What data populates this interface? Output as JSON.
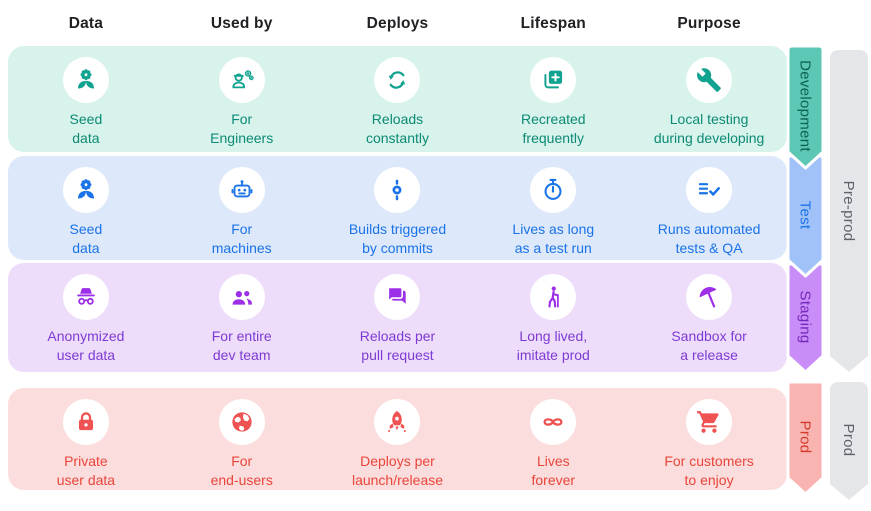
{
  "header": {
    "columns": [
      "Data",
      "Used by",
      "Deploys",
      "Lifespan",
      "Purpose"
    ]
  },
  "rows": [
    {
      "id": "development",
      "bg": "#d7f3ec",
      "icon_color": "#12a390",
      "text_color": "#0c8a75",
      "cells": [
        {
          "icon": "seedling-icon",
          "label": "Seed\ndata"
        },
        {
          "icon": "engineer-icon",
          "label": "For\nEngineers"
        },
        {
          "icon": "sync-icon",
          "label": "Reloads\nconstantly"
        },
        {
          "icon": "duplicate-add-icon",
          "label": "Recreated\nfrequently"
        },
        {
          "icon": "wrench-icon",
          "label": "Local testing\nduring developing"
        }
      ]
    },
    {
      "id": "test",
      "bg": "#dde8fa",
      "icon_color": "#1a73e8",
      "text_color": "#1a73e8",
      "cells": [
        {
          "icon": "seedling-icon",
          "label": "Seed\ndata"
        },
        {
          "icon": "robot-icon",
          "label": "For\nmachines"
        },
        {
          "icon": "commit-icon",
          "label": "Builds triggered\nby commits"
        },
        {
          "icon": "stopwatch-icon",
          "label": "Lives as long\nas a test run"
        },
        {
          "icon": "checklist-icon",
          "label": "Runs automated\ntests & QA"
        }
      ]
    },
    {
      "id": "staging",
      "bg": "#eedcfb",
      "icon_color": "#9d2fe8",
      "text_color": "#7d3bd3",
      "cells": [
        {
          "icon": "incognito-icon",
          "label": "Anonymized\nuser data"
        },
        {
          "icon": "team-icon",
          "label": "For entire\ndev team"
        },
        {
          "icon": "chat-icon",
          "label": "Reloads per\npull request"
        },
        {
          "icon": "walking-cane-icon",
          "label": "Long lived,\nimitate prod"
        },
        {
          "icon": "beach-umbrella-icon",
          "label": "Sandbox for\na release"
        }
      ]
    },
    {
      "id": "prod",
      "bg": "#fcdddd",
      "icon_color": "#ee5253",
      "text_color": "#e8453a",
      "cells": [
        {
          "icon": "lock-icon",
          "label": "Private\nuser data"
        },
        {
          "icon": "globe-icon",
          "label": "For\nend-users"
        },
        {
          "icon": "rocket-icon",
          "label": "Deploys per\nlaunch/release"
        },
        {
          "icon": "infinity-icon",
          "label": "Lives\nforever"
        },
        {
          "icon": "cart-icon",
          "label": "For customers\nto enjoy"
        }
      ]
    }
  ],
  "ribbons": {
    "env": [
      {
        "label": "Development",
        "bg": "#5cc7b4",
        "text_color": "#0b6355"
      },
      {
        "label": "Test",
        "bg": "#a0c2f8",
        "text_color": "#1a73e8"
      },
      {
        "label": "Staging",
        "bg": "#c98df8",
        "text_color": "#7627bb"
      },
      {
        "label": "Prod",
        "bg": "#f9b3b0",
        "text_color": "#d33a28"
      }
    ],
    "stage": [
      {
        "label": "Pre-prod",
        "bg": "#e4e6e9",
        "text_color": "#5f6368"
      },
      {
        "label": "Prod",
        "bg": "#e4e6e9",
        "text_color": "#5f6368"
      }
    ]
  }
}
